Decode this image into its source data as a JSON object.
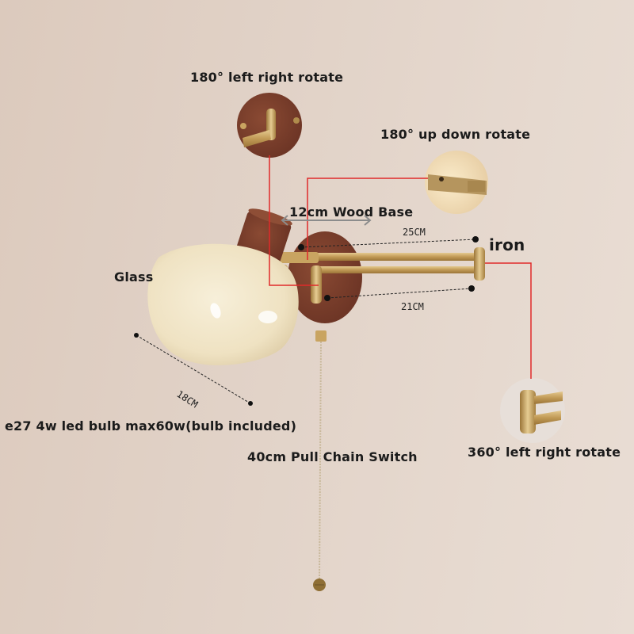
{
  "colors": {
    "background": "#e2d4c9",
    "wood": "#7a3f2c",
    "brass": "#c9a461",
    "glass": "#f1e6c9",
    "guide_line": "#e02a2a",
    "text": "#1b1b1b"
  },
  "labels": {
    "rotate_top": "180° left right rotate",
    "rotate_updown": "180° up down rotate",
    "wood_base": "12cm Wood Base",
    "material_arm": "iron",
    "material_shade": "Glass",
    "bulb": "e27 4w led bulb max60w(bulb included)",
    "pull_chain": "40cm Pull Chain Switch",
    "rotate_joint": "360° left right rotate"
  },
  "dimensions": {
    "upper_arm": "25CM",
    "lower_arm": "21CM",
    "shade_width": "18CM"
  },
  "insets": [
    {
      "name": "base-rotation-detail",
      "caption_ref": "labels.rotate_top"
    },
    {
      "name": "head-tilt-detail",
      "caption_ref": "labels.rotate_updown"
    },
    {
      "name": "arm-joint-detail",
      "caption_ref": "labels.rotate_joint"
    }
  ]
}
